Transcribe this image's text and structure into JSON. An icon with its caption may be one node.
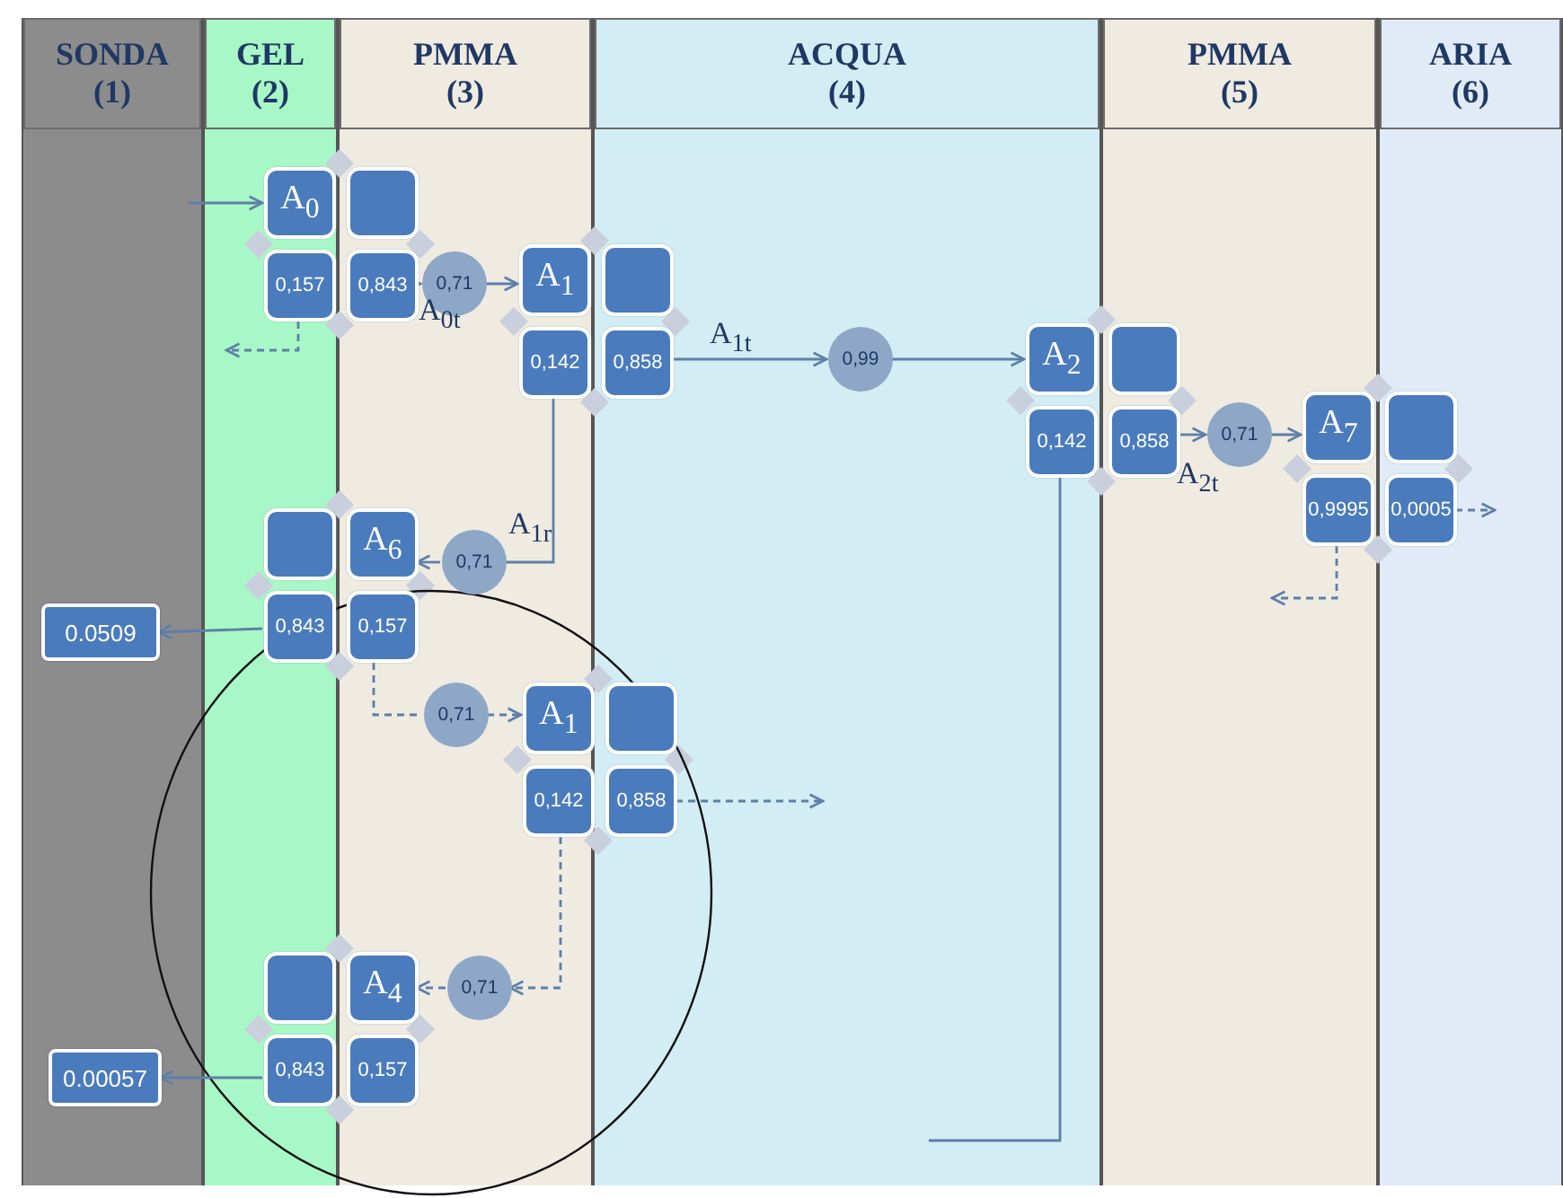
{
  "diagram": {
    "nodes": [
      {
        "text": [
          "SONDA",
          "(1)"
        ]
      },
      {
        "text": [
          "GEL",
          "(2)"
        ]
      },
      {
        "text": [
          "PMMA",
          "(3)"
        ]
      },
      {
        "text": [
          "ACQUA",
          "(4)"
        ]
      },
      {
        "text": [
          "PMMA",
          "(5)"
        ]
      },
      {
        "text": [
          "ARIA",
          "(6)"
        ]
      },
      {
        "text": [
          "A$_{0}$"
        ],
        "in": 1
      },
      {
        "text": [],
        "shape": "box",
        "in": 2
      },
      {
        "text": [
          "0,157"
        ],
        "in": 1
      },
      {
        "text": [
          "0,843"
        ],
        "in": 2
      },
      {
        "text": [
          "0,71"
        ],
        "in": 2
      },
      {
        "text": [
          "A$_{1}$"
        ],
        "in": 2
      },
      {
        "text": [],
        "shape": "box",
        "in": 3
      },
      {
        "text": [
          "0,142"
        ],
        "in": 2
      },
      {
        "text": [
          "0,858"
        ],
        "in": 3
      },
      {
        "text": [
          "0,99"
        ],
        "in": 3
      },
      {
        "text": [
          "A$_{2}$"
        ],
        "in": 3
      },
      {
        "text": [],
        "shape": "box",
        "in": 4
      },
      {
        "text": [
          "0,142"
        ],
        "in": 3
      },
      {
        "text": [
          "0,858"
        ],
        "in": 4
      },
      {
        "text": [
          "0,71"
        ],
        "in": 4
      },
      {
        "text": [
          "A$_{7}$"
        ],
        "in": 4
      },
      {
        "text": [],
        "shape": "box",
        "in": 5
      },
      {
        "text": [
          "0,9995"
        ],
        "in": 4
      },
      {
        "text": [
          "0,0005"
        ],
        "in": 5
      },
      {
        "text": [],
        "shape": "box",
        "in": 1
      },
      {
        "text": [
          "A$_{6}$"
        ],
        "in": 2
      },
      {
        "text": [
          "0,843"
        ],
        "in": 1
      },
      {
        "text": [
          "0,157"
        ],
        "in": 2
      },
      {
        "text": [
          "0,71"
        ],
        "in": 2
      },
      {
        "text": [
          "0.0509"
        ],
        "in": 0
      },
      {
        "text": [
          "0,71"
        ],
        "in": 2
      },
      {
        "text": [
          "A$_{1}$"
        ],
        "in": 2
      },
      {
        "text": [],
        "shape": "box",
        "in": 3
      },
      {
        "text": [
          "0,142"
        ],
        "in": 2
      },
      {
        "text": [
          "0,858"
        ],
        "in": 3
      },
      {
        "text": [],
        "shape": "box",
        "in": 1
      },
      {
        "text": [
          "A$_{4}$"
        ],
        "in": 2
      },
      {
        "text": [
          "0,843"
        ],
        "in": 1
      },
      {
        "text": [
          "0,157"
        ],
        "in": 2
      },
      {
        "text": [
          "0,71"
        ],
        "in": 2
      },
      {
        "text": [
          "0.00057"
        ],
        "in": 0
      }
    ],
    "edges": [
      {
        "from": null,
        "to": 6,
        "arrow": "to"
      },
      {
        "from": 9,
        "to": 10,
        "arrow": "to",
        "label": "A$_{0t}$"
      },
      {
        "from": 10,
        "to": 11,
        "arrow": "to"
      },
      {
        "from": 8,
        "to": null,
        "arrow": "to",
        "style": "dashed"
      },
      {
        "from": 14,
        "to": 15,
        "arrow": "to",
        "label": "A$_{1t}$"
      },
      {
        "from": 15,
        "to": 16,
        "arrow": "to"
      },
      {
        "from": 19,
        "to": 20,
        "arrow": "to",
        "label": "A$_{2t}$"
      },
      {
        "from": 20,
        "to": 21,
        "arrow": "to"
      },
      {
        "from": 24,
        "to": null,
        "arrow": "to",
        "style": "dashed"
      },
      {
        "from": 23,
        "to": null,
        "arrow": "to",
        "style": "dashed"
      },
      {
        "from": 18,
        "to": null,
        "arrow": "none"
      },
      {
        "from": 13,
        "to": 29,
        "arrow": "none",
        "label": "A$_{1r}$"
      },
      {
        "from": 29,
        "to": 26,
        "arrow": "to"
      },
      {
        "from": 27,
        "to": 30,
        "arrow": "to"
      },
      {
        "from": 28,
        "to": 31,
        "arrow": "none",
        "style": "dashed"
      },
      {
        "from": 31,
        "to": 32,
        "arrow": "to",
        "style": "dashed"
      },
      {
        "from": 35,
        "to": null,
        "arrow": "to",
        "style": "dashed"
      },
      {
        "from": 34,
        "to": 40,
        "arrow": "to",
        "style": "dashed"
      },
      {
        "from": 40,
        "to": 37,
        "arrow": "to",
        "style": "dashed"
      },
      {
        "from": 38,
        "to": 41,
        "arrow": "to"
      }
    ]
  }
}
